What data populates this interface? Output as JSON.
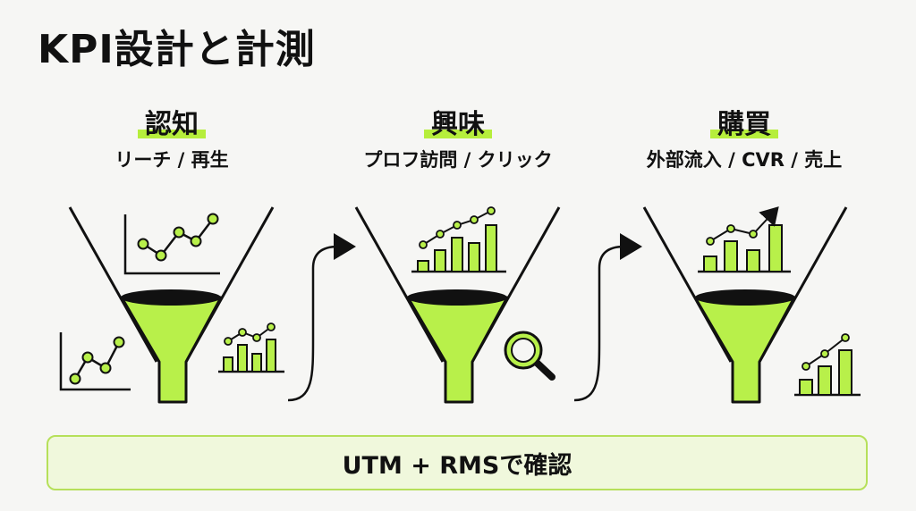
{
  "title": "KPI設計と計測",
  "stages": [
    {
      "name": "認知",
      "metric": "リーチ / 再生"
    },
    {
      "name": "興味",
      "metric": "プロフ訪問 / クリック"
    },
    {
      "name": "購買",
      "metric": "外部流入 / CVR / 売上"
    }
  ],
  "bottom": {
    "label": "UTM + RMSで確認"
  },
  "colors": {
    "accent": "#b6ee3c",
    "funnel": "#b8f04a",
    "stroke": "#111111",
    "background": "#f6f6f4"
  },
  "icons": [
    "funnel-icon",
    "line-chart-icon",
    "bar-chart-icon",
    "arrow-icon",
    "magnifier-icon"
  ]
}
